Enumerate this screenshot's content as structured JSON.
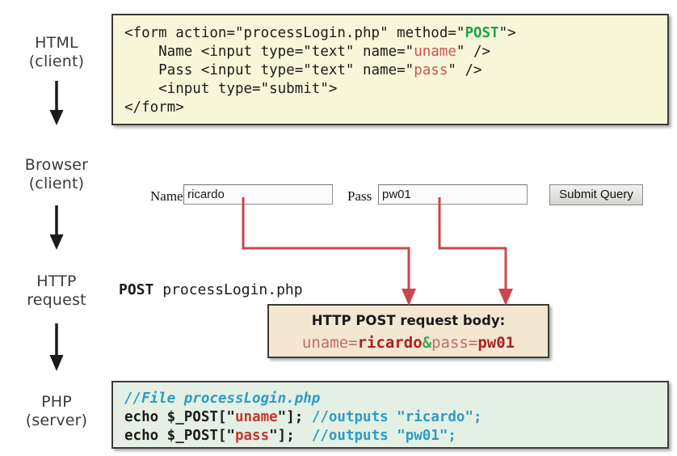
{
  "flow": {
    "steps": [
      {
        "line1": "HTML",
        "line2": "(client)",
        "arrow_icon": "down-arrow-icon"
      },
      {
        "line1": "Browser",
        "line2": "(client)",
        "arrow_icon": "down-arrow-icon"
      },
      {
        "line1": "HTTP",
        "line2": "request",
        "arrow_icon": "down-arrow-icon"
      },
      {
        "line1": "PHP",
        "line2": "(server)",
        "arrow_icon": null
      }
    ]
  },
  "html_code": {
    "line1_a": "<form action=\"processLogin.php\" method=\"",
    "line1_method": "POST",
    "line1_b": "\">",
    "line2_a": "    Name <input type=\"text\" name=\"",
    "line2_name": "uname",
    "line2_b": "\" />",
    "line3_a": "    Pass <input type=\"text\" name=\"",
    "line3_name": "pass",
    "line3_b": "\" />",
    "line4": "    <input type=\"submit\">",
    "line5": "</form>"
  },
  "browser_form": {
    "name_label": "Name",
    "name_value": "ricardo",
    "pass_label": "Pass",
    "pass_value": "pw01",
    "submit_label": "Submit Query"
  },
  "post_request": {
    "verb": "POST",
    "target": " processLogin.php"
  },
  "post_body": {
    "title": "HTTP POST request body:",
    "key1": "uname",
    "eq1": "=",
    "value1": "ricardo",
    "amp": "&",
    "key2": "pass",
    "eq2": "=",
    "value2": "pw01"
  },
  "php_code": {
    "line1": "//File processLogin.php",
    "line2_a": "echo $_POST[\"",
    "line2_key": "uname",
    "line2_b": "\"]; ",
    "line2_comment": "//outputs \"ricardo\";",
    "line3_a": "echo $_POST[\"",
    "line3_key": "pass",
    "line3_b": "\"];  ",
    "line3_comment": "//outputs \"pw01\";"
  },
  "colors": {
    "html_box_bg": "#f8f6d8",
    "php_box_bg": "#e4f0e4",
    "post_body_bg": "#f3e7d2",
    "connector_red": "#c9454f",
    "keyword_green": "#1aa34a",
    "attr_red": "#cc5555",
    "comment_cyan": "#2e9bc4"
  }
}
